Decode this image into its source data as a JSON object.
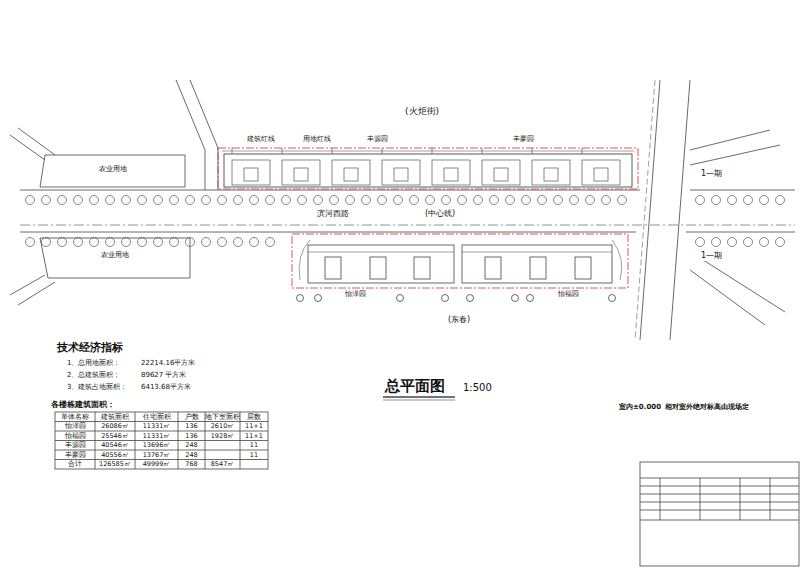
{
  "diagram": {
    "title": "总平面图",
    "labels": [
      "(火炬街)",
      "建筑红线",
      "用地红线",
      "丰源园",
      "丰豪园",
      "滨河西路",
      "(中心线)",
      "1—期",
      "1—期",
      "农业用地",
      "农业用地",
      "怡泽园",
      "怡福园",
      "(东春)",
      "技术经济指标",
      "1、总用地面积：",
      "22214.16平方米",
      "2、总建筑面积：",
      "89627 平方米",
      "3、建筑占地面积：",
      "6413.68平方米",
      "各楼栋建筑面积：",
      "单体名称",
      "建筑面积",
      "住宅面积",
      "户数",
      "地下室面积",
      "层数",
      "怡泽园",
      "26086㎡",
      "11331㎡",
      "136",
      "2610㎡",
      "11+1",
      "怡福园",
      "25546㎡",
      "11331㎡",
      "136",
      "1928㎡",
      "11+1",
      "丰源园",
      "40546㎡",
      "13696㎡",
      "248",
      "11",
      "丰豪园",
      "40556㎡",
      "13767㎡",
      "248",
      "11",
      "合计",
      "126585㎡",
      "49999㎡",
      "768",
      "8547㎡",
      "1:500",
      "室内±0.000",
      "相对室外绝对标高由现场定"
    ]
  }
}
